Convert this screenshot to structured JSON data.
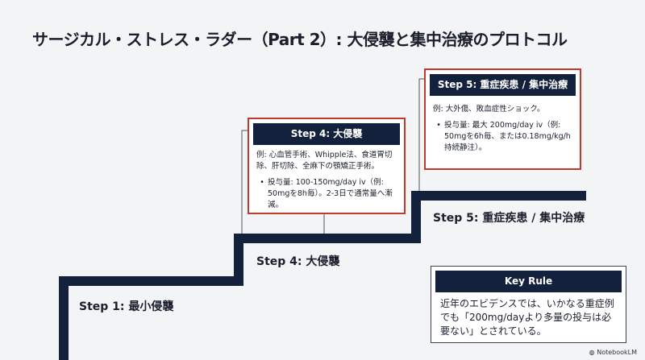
{
  "title": "サージカル・ストレス・ラダー（Part 2）: 大侵襲と集中治療のプロトコル",
  "steps": {
    "step1_label": "Step 1: 最小侵襲",
    "step4_label": "Step 4: 大侵襲",
    "step5_label": "Step 5: 重症疾患 / 集中治療"
  },
  "step4_box": {
    "header": "Step 4: 大侵襲",
    "example": "例: 心血管手術、Whipple法、食道胃切除、肝切除、全麻下の顎矯正手術。",
    "dose": "投与量: 100-150mg/day iv（例: 50mgを8h毎）。2-3日で通常量へ漸減。"
  },
  "step5_box": {
    "header": "Step 5: 重症疾患 / 集中治療",
    "example": "例: 大外傷、敗血症性ショック。",
    "dose": "投与量: 最大 200mg/day iv（例: 50mgを6h毎、または0.18mg/kg/h 持続静注）。"
  },
  "key_rule": {
    "header": "Key Rule",
    "text": "近年のエビデンスでは、いかなる重症例でも「200mg/dayより多量の投与は必要ない」とされている。"
  },
  "brand": "NotebookLM",
  "colors": {
    "navy": "#14213d",
    "accent_red": "#c0392b",
    "background": "#f3f4f6"
  }
}
